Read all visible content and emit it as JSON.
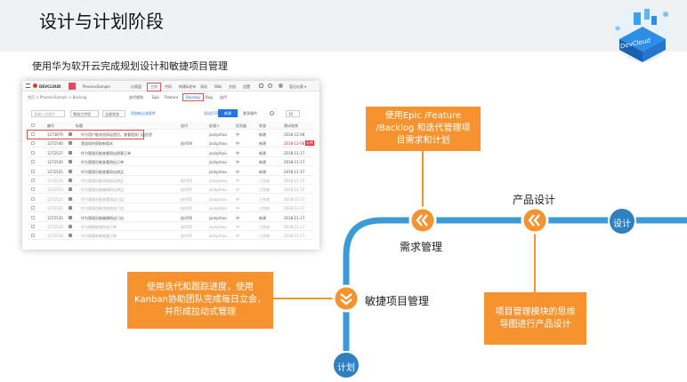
{
  "header": {
    "title": "设计与计划阶段",
    "subtitle": "使用华为软开云完成规划设计和敏捷项目管理",
    "logo_text": "DevCloud"
  },
  "screenshot": {
    "nav": {
      "brand": "DEVCLOUD",
      "project": "PhoenixSample",
      "items": [
        "工作",
        "代码",
        "构建&发布",
        "测试",
        "Wiki",
        "文档",
        "设置"
      ],
      "active_item": "工作",
      "user": "暂无仪表 ▾"
    },
    "breadcrumb": "首页 > PhoenixSample > Backlog",
    "tabs": [
      "迭代规划",
      "Epic",
      "Feature",
      "Backlog",
      "Bug",
      "迭代"
    ],
    "active_tab": "Backlog",
    "toolbar": {
      "search_placeholder": "请输入关键字",
      "filter1": "筛选工作项",
      "filter2": "全部状态",
      "link": "添加新过滤条件",
      "export": "导出打印",
      "new_button": "新建",
      "more": "更多操作",
      "page_size": "10"
    },
    "columns": [
      "编号",
      "标题",
      "迭代",
      "处理人",
      "优先级",
      "状态",
      "预计结束"
    ],
    "rows": [
      {
        "id": "1273879",
        "title": "作为用户能浏览网店首页，查看相关门店信息",
        "iter": "",
        "owner": "jackyzhou",
        "pri": "中",
        "status": "新建",
        "date": "2018-12-08",
        "tag": ""
      },
      {
        "id": "1272540",
        "title": "我该如何获取新版本",
        "iter": "迭代06",
        "owner": "jackyzhou",
        "pri": "中",
        "status": "新建",
        "date": "2018-12-08",
        "tag": "延期"
      },
      {
        "id": "1272527",
        "title": "作为管理员能查看网店顾客订单",
        "iter": "",
        "owner": "jackyzhou",
        "pri": "中",
        "status": "新建",
        "date": "2018-11-17",
        "tag": ""
      },
      {
        "id": "1272526",
        "title": "作为管理员能查看网店订单",
        "iter": "",
        "owner": "jackyzhou",
        "pri": "中",
        "status": "新建",
        "date": "2018-11-17",
        "tag": ""
      },
      {
        "id": "1272525",
        "title": "作为管理员能查看网店商品",
        "iter": "",
        "owner": "jackyzhou",
        "pri": "中",
        "status": "新建",
        "date": "2018-11-17",
        "tag": ""
      },
      {
        "id": "1272524",
        "title": "作为管理员能添加网店商品",
        "iter": "迭代05",
        "owner": "jackyzhou",
        "pri": "中",
        "status": "已完成",
        "date": "2018-11-17",
        "tag": ""
      },
      {
        "id": "1272523",
        "title": "作为管理员能编辑网店商品",
        "iter": "迭代05",
        "owner": "jackyzhou",
        "pri": "中",
        "status": "已完成",
        "date": "2018-11-17",
        "tag": ""
      },
      {
        "id": "1272522",
        "title": "作为管理员能查看网店门店",
        "iter": "迭代05",
        "owner": "jackyzhou",
        "pri": "中",
        "status": "已完成",
        "date": "2018-11-17",
        "tag": ""
      },
      {
        "id": "1272521",
        "title": "作为管理员能添加网店门店",
        "iter": "迭代05",
        "owner": "jackyzhou",
        "pri": "中",
        "status": "已完成",
        "date": "2018-11-17",
        "tag": ""
      },
      {
        "id": "1272520",
        "title": "作为管理员能编辑网店门店",
        "iter": "迭代06",
        "owner": "jackyzhou",
        "pri": "中",
        "status": "新建",
        "date": "2018-11-17",
        "tag": ""
      },
      {
        "id": "1272519",
        "title": "作为顾客能够完成订单",
        "iter": "迭代05",
        "owner": "jackyzhou",
        "pri": "中",
        "status": "已完成",
        "date": "2018-11-17",
        "tag": ""
      },
      {
        "id": "1272518",
        "title": "作为顾客能够查看订单",
        "iter": "迭代05",
        "owner": "jackyzhou",
        "pri": "中",
        "status": "已完成",
        "date": "2018-11-17",
        "tag": ""
      }
    ]
  },
  "diagram": {
    "card_backlog": "使用Epic /Feature /Backlog 和迭代管理项目需求和计划",
    "card_kanban": "使用迭代和跟踪进度，使用Kanban协助团队完成每日立会，并形成拉动式管理",
    "card_mindmap": "项目管理模块的思维导图进行产品设计",
    "label_requirements": "需求管理",
    "label_product_design": "产品设计",
    "label_agile": "敏捷项目管理",
    "circle_plan": "计划",
    "circle_design": "设计",
    "colors": {
      "orange": "#f6932e",
      "blue_line": "#3b9bd5",
      "circle_blue": "#2f7fc1",
      "card_text": "#ffffff"
    }
  }
}
